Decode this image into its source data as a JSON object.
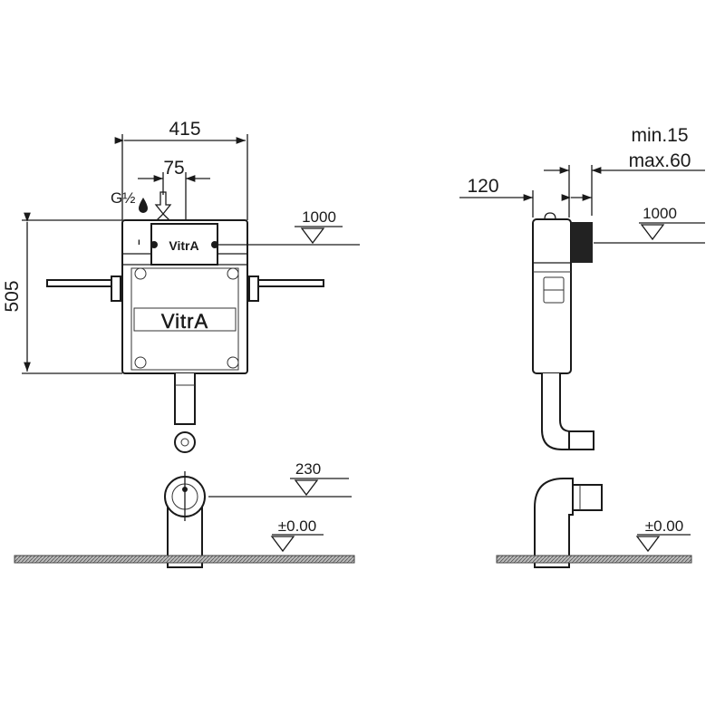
{
  "front_view": {
    "width_dim": "415",
    "inlet_offset_dim": "75",
    "height_dim": "505",
    "inlet_label": "G½",
    "brand_top": "VitrA",
    "brand_panel": "VitrA",
    "level_top": "1000",
    "level_outlet": "230",
    "level_floor": "±0.00"
  },
  "side_view": {
    "depth_dim": "120",
    "wall_min": "min.15",
    "wall_max": "max.60",
    "level_top": "1000",
    "level_floor": "±0.00"
  },
  "colors": {
    "line": "#1a1a1a",
    "floor_hatch": "#888888",
    "dark_block": "#222222"
  }
}
